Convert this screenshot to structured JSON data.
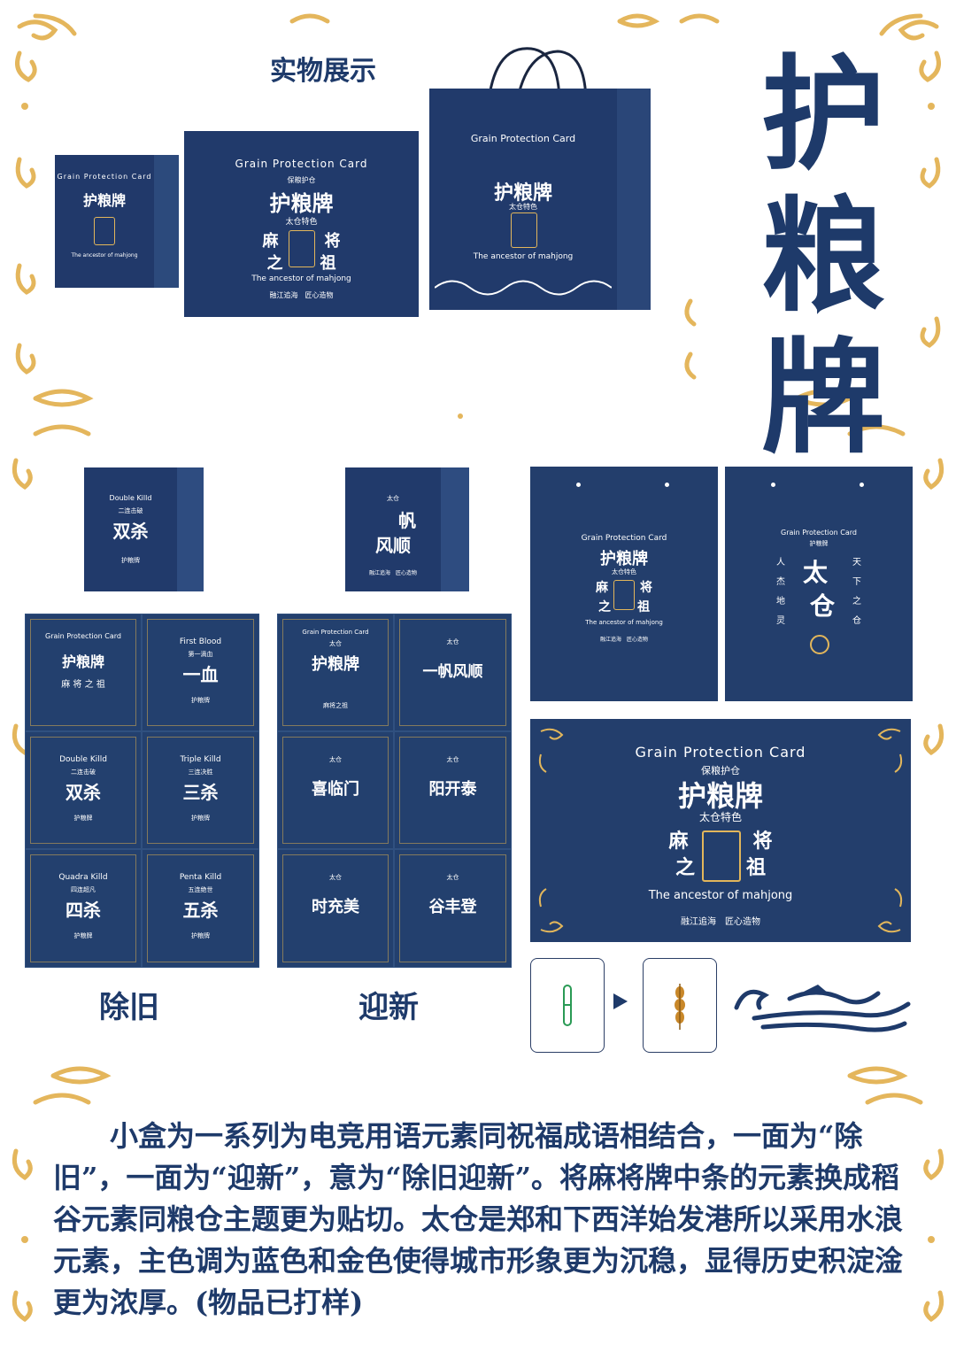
{
  "header": {
    "display_label": "实物展示",
    "main_title_chars": [
      "护",
      "粮",
      "牌"
    ]
  },
  "boxes": {
    "en_title": "Grain Protection Card",
    "sub_cn": "保粮护仓",
    "cn_title": "护粮牌",
    "tag_cn": "太仓特色",
    "chars": [
      "麻",
      "将",
      "之",
      "祖"
    ],
    "en_sub": "The ancestor of mahjong",
    "slogan": "融江追海　匠心造物"
  },
  "small_boxes": {
    "left": {
      "en": "Double Killd",
      "cn_small": "二连击破",
      "cn_big": "双杀",
      "brand": "护粮牌"
    },
    "right": {
      "cn_small": "太仓",
      "cn_big_top": "帆",
      "cn_big_bottom": "风顺",
      "slogan": "融江追海　匠心造物"
    }
  },
  "left_grid": [
    {
      "en": "Grain Protection Card",
      "cn": "护粮牌",
      "sub": "麻 将 之 祖"
    },
    {
      "en": "First Blood",
      "cn_small": "第一滴血",
      "cn": "一血",
      "sub": "护粮牌"
    },
    {
      "en": "Double Killd",
      "cn_small": "二连击破",
      "cn": "双杀",
      "sub": "护粮牌"
    },
    {
      "en": "Triple Killd",
      "cn_small": "三连决胜",
      "cn": "三杀",
      "sub": "护粮牌"
    },
    {
      "en": "Quadra Killd",
      "cn_small": "四连超凡",
      "cn": "四杀",
      "sub": "护粮牌"
    },
    {
      "en": "Penta Killd",
      "cn_small": "五连绝世",
      "cn": "五杀",
      "sub": "护粮牌"
    }
  ],
  "right_grid": [
    {
      "top": "Grain Protection Card",
      "cn_small": "太仓",
      "cn": "护粮牌",
      "sub": "麻将之祖"
    },
    {
      "top": "",
      "cn_small": "太仓",
      "cn": "一帆风顺",
      "sub": ""
    },
    {
      "top": "",
      "cn_small": "太仓",
      "cn": "喜临门",
      "sub": ""
    },
    {
      "top": "",
      "cn_small": "太仓",
      "cn": "阳开泰",
      "sub": ""
    },
    {
      "top": "",
      "cn_small": "太仓",
      "cn": "时充美",
      "sub": ""
    },
    {
      "top": "",
      "cn_small": "太仓",
      "cn": "谷丰登",
      "sub": ""
    }
  ],
  "bag_flat": {
    "left": {
      "en": "Grain Protection Card",
      "cn_title": "护粮牌",
      "tag": "太仓特色",
      "chars": [
        "麻",
        "将",
        "之",
        "祖"
      ],
      "en_sub": "The ancestor of mahjong",
      "slogan": "融江追海　匠心造物"
    },
    "right": {
      "en": "Grain Protection Card",
      "brand": "护粮牌",
      "big_top": "太",
      "big_bottom": "仓",
      "left_chars": [
        "人",
        "杰",
        "地",
        "灵"
      ],
      "right_chars": [
        "天",
        "下",
        "之",
        "仓"
      ]
    }
  },
  "large_label": {
    "en": "Grain Protection Card",
    "sub_cn": "保粮护仓",
    "cn_title": "护粮牌",
    "tag_cn": "太仓特色",
    "chars": [
      "麻",
      "将",
      "之",
      "祖"
    ],
    "en_sub": "The ancestor of mahjong",
    "slogan": "融江追海　匠心造物"
  },
  "captions": {
    "left": "除旧",
    "right": "迎新"
  },
  "description": "小盒为一系列为电竞用语元素同祝福成语相结合，一面为“除旧”，一面为“迎新”，意为“除旧迎新”。将麻将牌中条的元素换成稻谷元素同粮仓主题更为贴切。太仓是郑和下西洋始发港所以采用水浪元素，主色调为蓝色和金色使得城市形象更为沉稳，显得历史积淀淦更为浓厚。(物品已打样)",
  "colors": {
    "navy": "#23406e",
    "gold": "#e2b65b",
    "text": "#1e3a6a"
  }
}
